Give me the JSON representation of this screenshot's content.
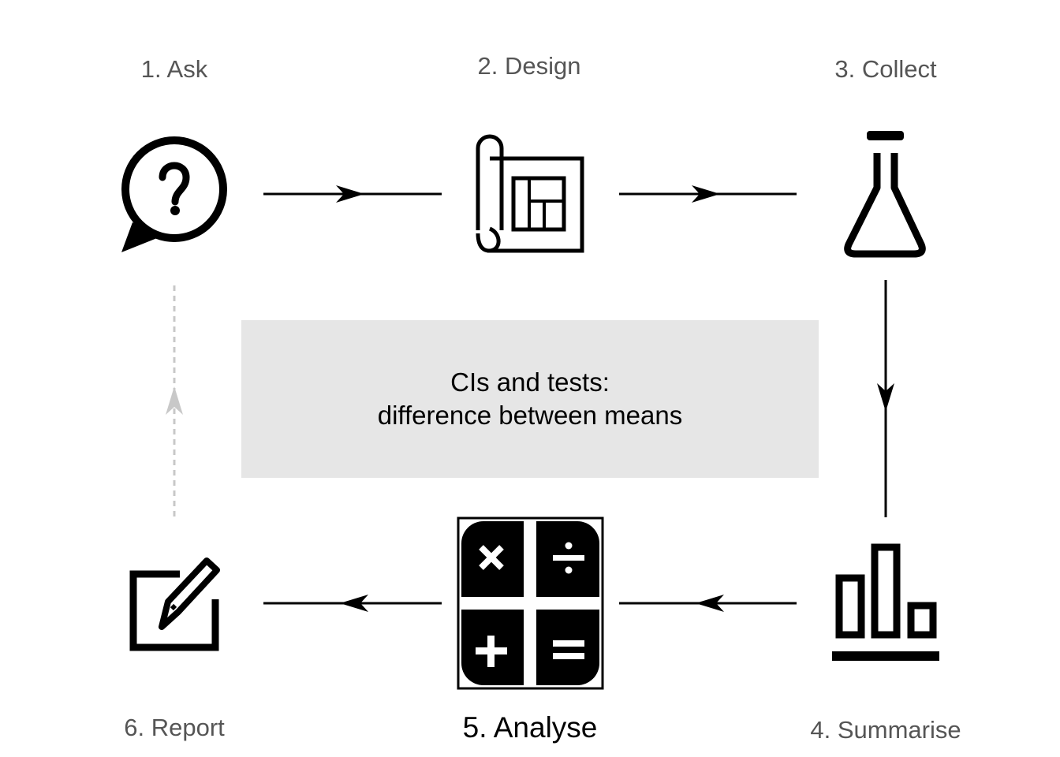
{
  "steps": [
    {
      "number": "1.",
      "name": "Ask",
      "label": "1. Ask",
      "icon": "question-speech-bubble-icon",
      "active": false
    },
    {
      "number": "2.",
      "name": "Design",
      "label": "2. Design",
      "icon": "blueprint-icon",
      "active": false
    },
    {
      "number": "3.",
      "name": "Collect",
      "label": "3. Collect",
      "icon": "flask-icon",
      "active": false
    },
    {
      "number": "4.",
      "name": "Summarise",
      "label": "4. Summarise",
      "icon": "bar-chart-icon",
      "active": false
    },
    {
      "number": "5.",
      "name": "Analyse",
      "label": "5. Analyse",
      "icon": "calculator-icon",
      "active": true
    },
    {
      "number": "6.",
      "name": "Report",
      "label": "6. Report",
      "icon": "edit-pencil-icon",
      "active": false
    }
  ],
  "center_box": {
    "line1": "CIs and tests:",
    "line2": "difference between means"
  },
  "flow": [
    {
      "from": "1. Ask",
      "to": "2. Design",
      "style": "solid"
    },
    {
      "from": "2. Design",
      "to": "3. Collect",
      "style": "solid"
    },
    {
      "from": "3. Collect",
      "to": "4. Summarise",
      "style": "solid"
    },
    {
      "from": "4. Summarise",
      "to": "5. Analyse",
      "style": "solid"
    },
    {
      "from": "5. Analyse",
      "to": "6. Report",
      "style": "solid"
    },
    {
      "from": "6. Report",
      "to": "1. Ask",
      "style": "dashed"
    }
  ],
  "colors": {
    "line": "#000000",
    "dashed_line": "#c8c8c8",
    "label": "#555555",
    "active_label": "#000000",
    "box_fill": "#e6e6e6"
  }
}
